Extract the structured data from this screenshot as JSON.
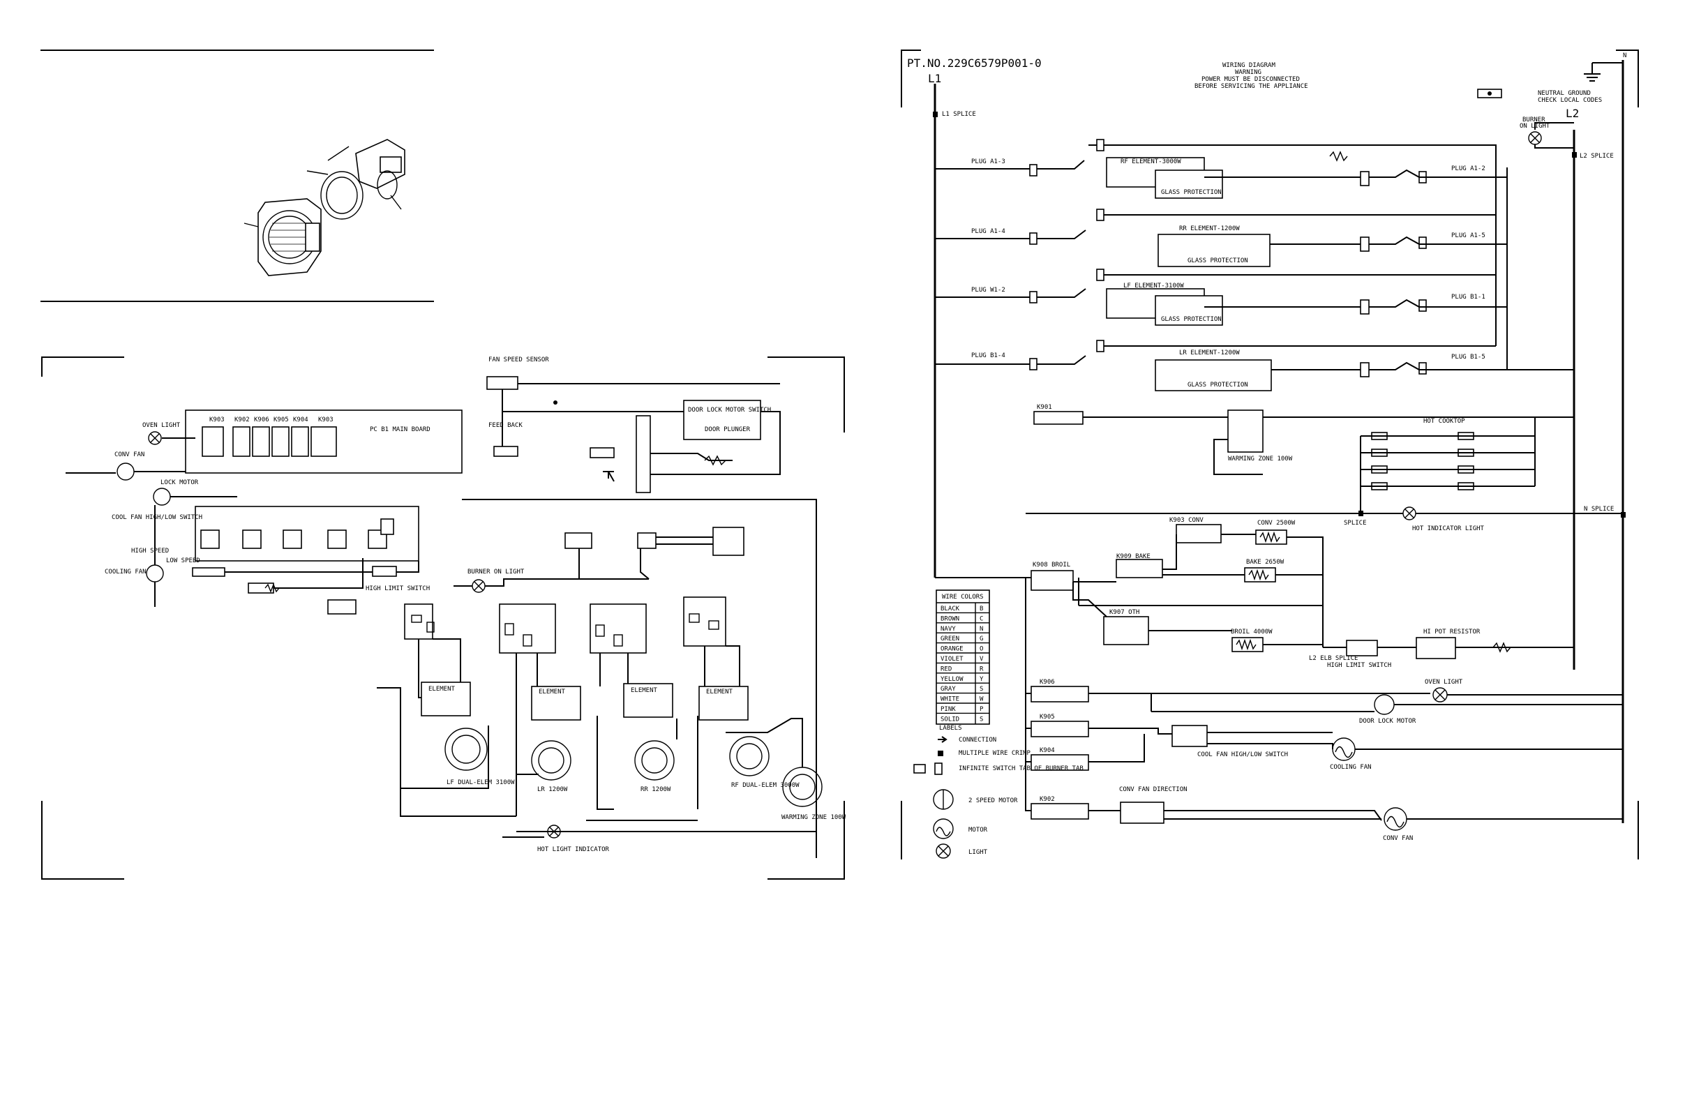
{
  "part_number": "PT.NO.229C6579P001-0",
  "header": {
    "line1": "WIRING DIAGRAM",
    "line2": "WARNING",
    "line3": "POWER MUST BE DISCONNECTED",
    "line4": "BEFORE SERVICING THE APPLIANCE"
  },
  "ground_note": {
    "line1": "NEUTRAL GROUND",
    "line2": "CHECK LOCAL CODES"
  },
  "terminals": {
    "l1": "L1",
    "l2": "L2",
    "n": "N"
  },
  "splices": {
    "l1": "L1 SPLICE",
    "l2": "L2 SPLICE",
    "n": "N SPLICE",
    "splice": "SPLICE",
    "l2_elb": "L2 ELB SPLICE"
  },
  "burner_light": {
    "line1": "BURNER",
    "line2": "ON LIGHT"
  },
  "elements": [
    {
      "name": "RF ELEMENT-3000W",
      "plug_in": "PLUG A1-3",
      "plug_out": "PLUG A1-2",
      "glass": "GLASS PROTECTION"
    },
    {
      "name": "RR ELEMENT-1200W",
      "plug_in": "PLUG A1-4",
      "plug_out": "PLUG A1-5",
      "glass": "GLASS PROTECTION"
    },
    {
      "name": "LF ELEMENT-3100W",
      "plug_in": "PLUG W1-2",
      "plug_out": "PLUG B1-1",
      "glass": "GLASS PROTECTION"
    },
    {
      "name": "LR ELEMENT-1200W",
      "plug_in": "PLUG B1-4",
      "plug_out": "PLUG B1-5",
      "glass": "GLASS PROTECTION"
    }
  ],
  "relays": {
    "k901": "K901",
    "k903": "K903 CONV",
    "k909": "K909 BAKE",
    "k908": "K908 BROIL",
    "k907": "K907 OTH",
    "k906": "K906",
    "k905": "K905",
    "k904": "K904",
    "k902": "K902"
  },
  "loads": {
    "warming_zone": "WARMING ZONE 100W",
    "hot_cooktop": "HOT COOKTOP",
    "hot_indicator": "HOT INDICATOR LIGHT",
    "conv": "CONV 2500W",
    "bake": "BAKE 2650W",
    "broil": "BROIL 4000W",
    "high_limit": "HIGH LIMIT SWITCH",
    "resistor": "HI POT RESISTOR",
    "oven_light": "OVEN LIGHT",
    "door_lock_motor": "DOOR LOCK MOTOR",
    "cooling_fan": "COOLING FAN",
    "conv_fan": "CONV FAN",
    "cool_fan_switch": "COOL FAN HIGH/LOW SWITCH",
    "conv_fan_direction": "CONV FAN DIRECTION"
  },
  "wire_colors": {
    "title": "WIRE COLORS",
    "rows": [
      [
        "BLACK",
        "B"
      ],
      [
        "BROWN",
        "C"
      ],
      [
        "NAVY",
        "N"
      ],
      [
        "GREEN",
        "G"
      ],
      [
        "ORANGE",
        "O"
      ],
      [
        "VIOLET",
        "V"
      ],
      [
        "RED",
        "R"
      ],
      [
        "YELLOW",
        "Y"
      ],
      [
        "GRAY",
        "S"
      ],
      [
        "WHITE",
        "W"
      ],
      [
        "PINK",
        "P"
      ],
      [
        "SOLID",
        "S"
      ]
    ]
  },
  "legend": {
    "title": "LABELS",
    "items": [
      "CONNECTION",
      "MULTIPLE WIRE CRIMP",
      "INFINITE SWITCH TAB OF BURNER TAB",
      "2 SPEED MOTOR",
      "MOTOR",
      "LIGHT"
    ]
  },
  "left_diagram": {
    "main_board": "PC B1 MAIN BOARD",
    "fan_speed": "FAN SPEED SENSOR",
    "feed_back": "FEED BACK",
    "door_lock": "DOOR LOCK MOTOR SWITCH",
    "door_plunger": "DOOR PLUNGER",
    "oven_light": "OVEN LIGHT",
    "conv_fan": "CONV FAN",
    "lock_motor": "LOCK MOTOR",
    "cool_fan": "COOL FAN HIGH/LOW SWITCH",
    "high_speed": "HIGH SPEED",
    "low_speed": "LOW SPEED",
    "cooling_fan": "COOLING FAN",
    "burner_light": "BURNER ON LIGHT",
    "high_limit": "HIGH LIMIT SWITCH",
    "hot_light": "HOT LIGHT INDICATOR",
    "lf": "LF DUAL-ELEM 3100W",
    "lr": "LR 1200W",
    "rr": "RR 1200W",
    "rf": "RF DUAL-ELEM 3000W",
    "warming": "WARMING ZONE 100W",
    "element": "ELEMENT",
    "relay_row": [
      "K903",
      "K902",
      "K906",
      "K905",
      "K904",
      "K903"
    ]
  }
}
